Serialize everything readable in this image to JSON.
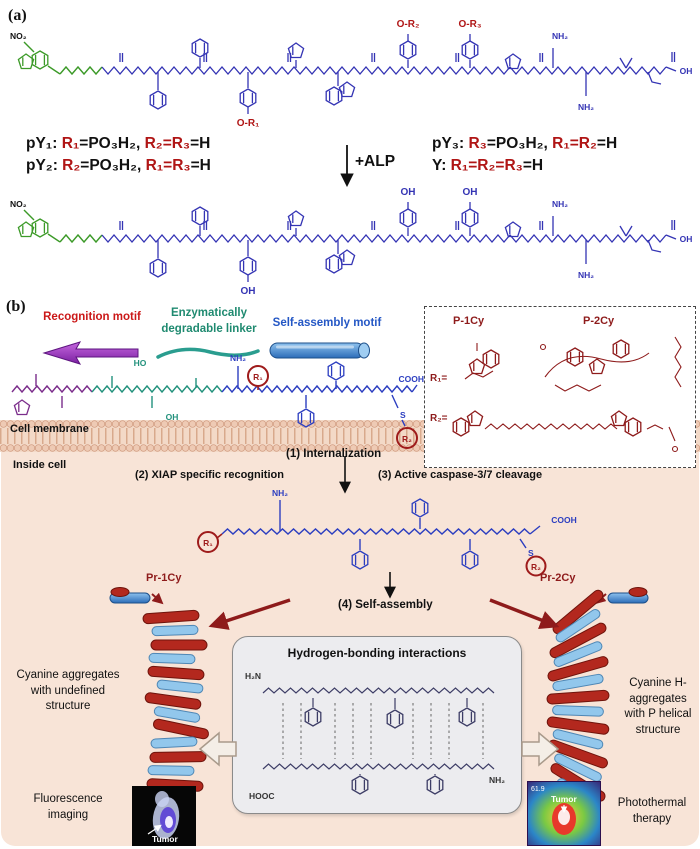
{
  "colors": {
    "dark_red": "#8e1b1b",
    "bright_red": "#b01515",
    "chem_blue": "#3434b4",
    "nbd_green": "#3c9a28",
    "linker_teal": "#22917c",
    "recognition_purple": "#8d2bb8",
    "assembly_blue": "#2b6cb8",
    "inside_cell_bg": "#f8e4d7",
    "membrane_tan": "#c98f72"
  },
  "panel_a": {
    "label": "(a)",
    "no2": "NO₂",
    "no2_b": "NO₂",
    "or1": "O-R₁",
    "or2": "O-R₂",
    "or3": "O-R₃",
    "nh2_top": "NH₂",
    "nh2_bot": "NH₂",
    "oh_end": "OH",
    "b_oh1": "OH",
    "b_oh2": "OH",
    "b_oh3": "OH",
    "b_nh2_top": "NH₂",
    "b_nh2_bot": "NH₂",
    "b_oh_end": "OH",
    "alp": "+ALP",
    "variants": [
      {
        "s0": "pY₁: ",
        "s1": "R₁",
        "s2": "=PO₃H₂, ",
        "s3": "R₂=R₃",
        "s4": "=H"
      },
      {
        "s0": "pY₂: ",
        "s1": "R₂",
        "s2": "=PO₃H₂, ",
        "s3": "R₁=R₃",
        "s4": "=H"
      },
      {
        "s0": "pY₃: ",
        "s1": "R₃",
        "s2": "=PO₃H₂, ",
        "s3": "R₁=R₂",
        "s4": "=H"
      },
      {
        "s0": "Y: ",
        "s1": "R₁=R₂=R₃",
        "s2": "=H",
        "s3": "",
        "s4": ""
      }
    ]
  },
  "panel_b": {
    "label": "(b)",
    "legend": {
      "recognition": "Recognition motif",
      "linker": "Enzymatically degradable linker",
      "assembly": "Self-assembly motif"
    },
    "inset": {
      "p1": "P-1Cy",
      "p2": "P-2Cy",
      "r1": "R₁=",
      "r2": "R₂="
    },
    "structure1": {
      "nh2": "NH₂",
      "ho": "HO",
      "oh": "OH",
      "cooh": "COOH",
      "s": "S",
      "r1": "R₁",
      "r2": "R₂"
    },
    "steps": {
      "s1": "(1) Internalization",
      "s2": "(2) XIAP specific recognition",
      "s3": "(3) Active caspase-3/7 cleavage",
      "s4": "(4) Self-assembly"
    },
    "membrane_label": "Cell membrane",
    "inside_label": "Inside cell",
    "structure2": {
      "nh2": "NH₂",
      "cooh": "COOH",
      "s": "S",
      "r1": "R₁",
      "r2": "R₂"
    },
    "pr1": "Pr-1Cy",
    "pr2": "Pr-2Cy",
    "left_caption": "Cyanine aggregates with undefined structure",
    "right_caption": "Cyanine H-aggregates with P helical structure",
    "hbox": {
      "title": "Hydrogen-bonding interactions",
      "h2n": "H₂N",
      "hooc": "HOOC",
      "nh2": "NH₂"
    },
    "fluor_caption": "Fluorescence imaging",
    "photo_caption": "Photothermal therapy",
    "tumor1": "Tumor",
    "tumor2": "Tumor",
    "temp": "61.9"
  }
}
